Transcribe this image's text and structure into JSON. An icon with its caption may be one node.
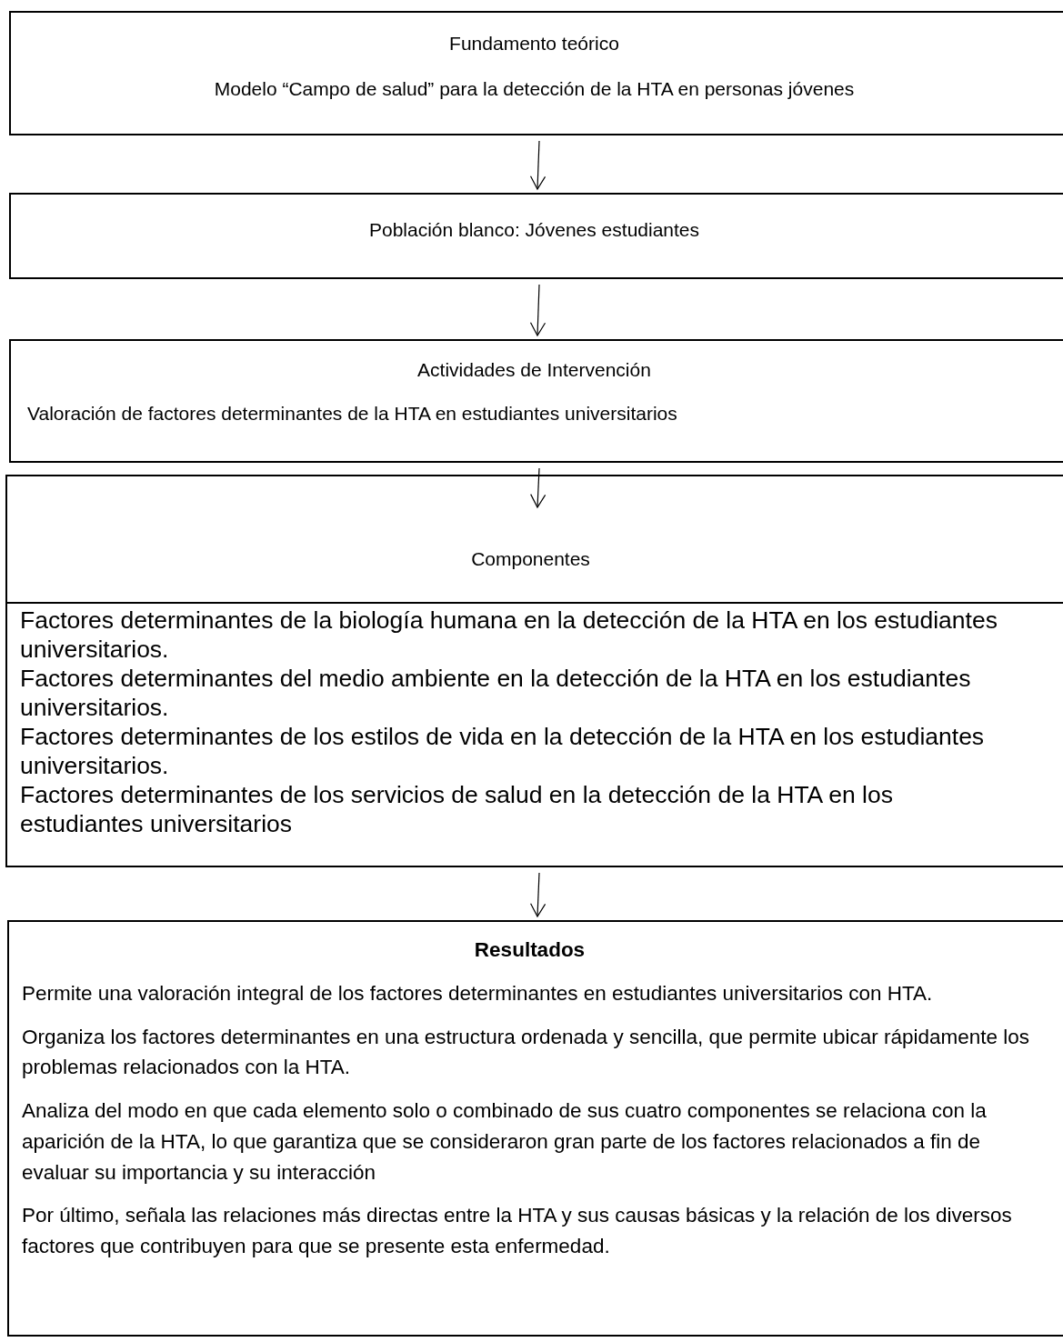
{
  "diagram": {
    "nodes": [
      {
        "text": [
          "Fundamento teórico",
          "Modelo “Campo de salud” para la detección de la HTA en personas jóvenes"
        ]
      },
      {
        "text": [
          "Población blanco: Jóvenes estudiantes"
        ]
      },
      {
        "text": [
          "Actividades de Intervención",
          "Valoración de factores determinantes de la HTA en estudiantes universitarios"
        ]
      },
      {
        "text": [
          "Componentes"
        ]
      },
      {
        "text": [
          "Factores determinantes de la biología humana en la detección de la HTA en los estudiantes universitarios.",
          "Factores determinantes del medio ambiente en la detección de la HTA en los estudiantes universitarios.",
          "Factores determinantes de los estilos de vida en la detección de la HTA en los estudiantes universitarios.",
          "Factores determinantes de los servicios de salud en la detección de la HTA en los estudiantes universitarios"
        ]
      },
      {
        "text": [
          "Resultados",
          "Permite una valoración integral de los factores determinantes en estudiantes universitarios con HTA.",
          "Organiza los factores determinantes en una estructura ordenada y sencilla, que permite ubicar rápidamente los problemas relacionados con la HTA.",
          "Analiza del modo en que cada elemento solo o combinado de sus cuatro componentes se relaciona con la aparición de la HTA, lo que garantiza que se consideraron gran parte de los factores relacionados a fin de evaluar su importancia y su interacción",
          "Por último, señala las relaciones más directas entre la HTA y sus causas básicas y la relación de los diversos factores que contribuyen para que se presente esta enfermedad."
        ]
      }
    ],
    "edges": [
      {
        "from": 0,
        "to": 1,
        "arrow": "to"
      },
      {
        "from": 1,
        "to": 2,
        "arrow": "to"
      },
      {
        "from": 2,
        "to": 3,
        "arrow": "to"
      },
      {
        "from": 4,
        "to": 5,
        "arrow": "to"
      }
    ]
  }
}
